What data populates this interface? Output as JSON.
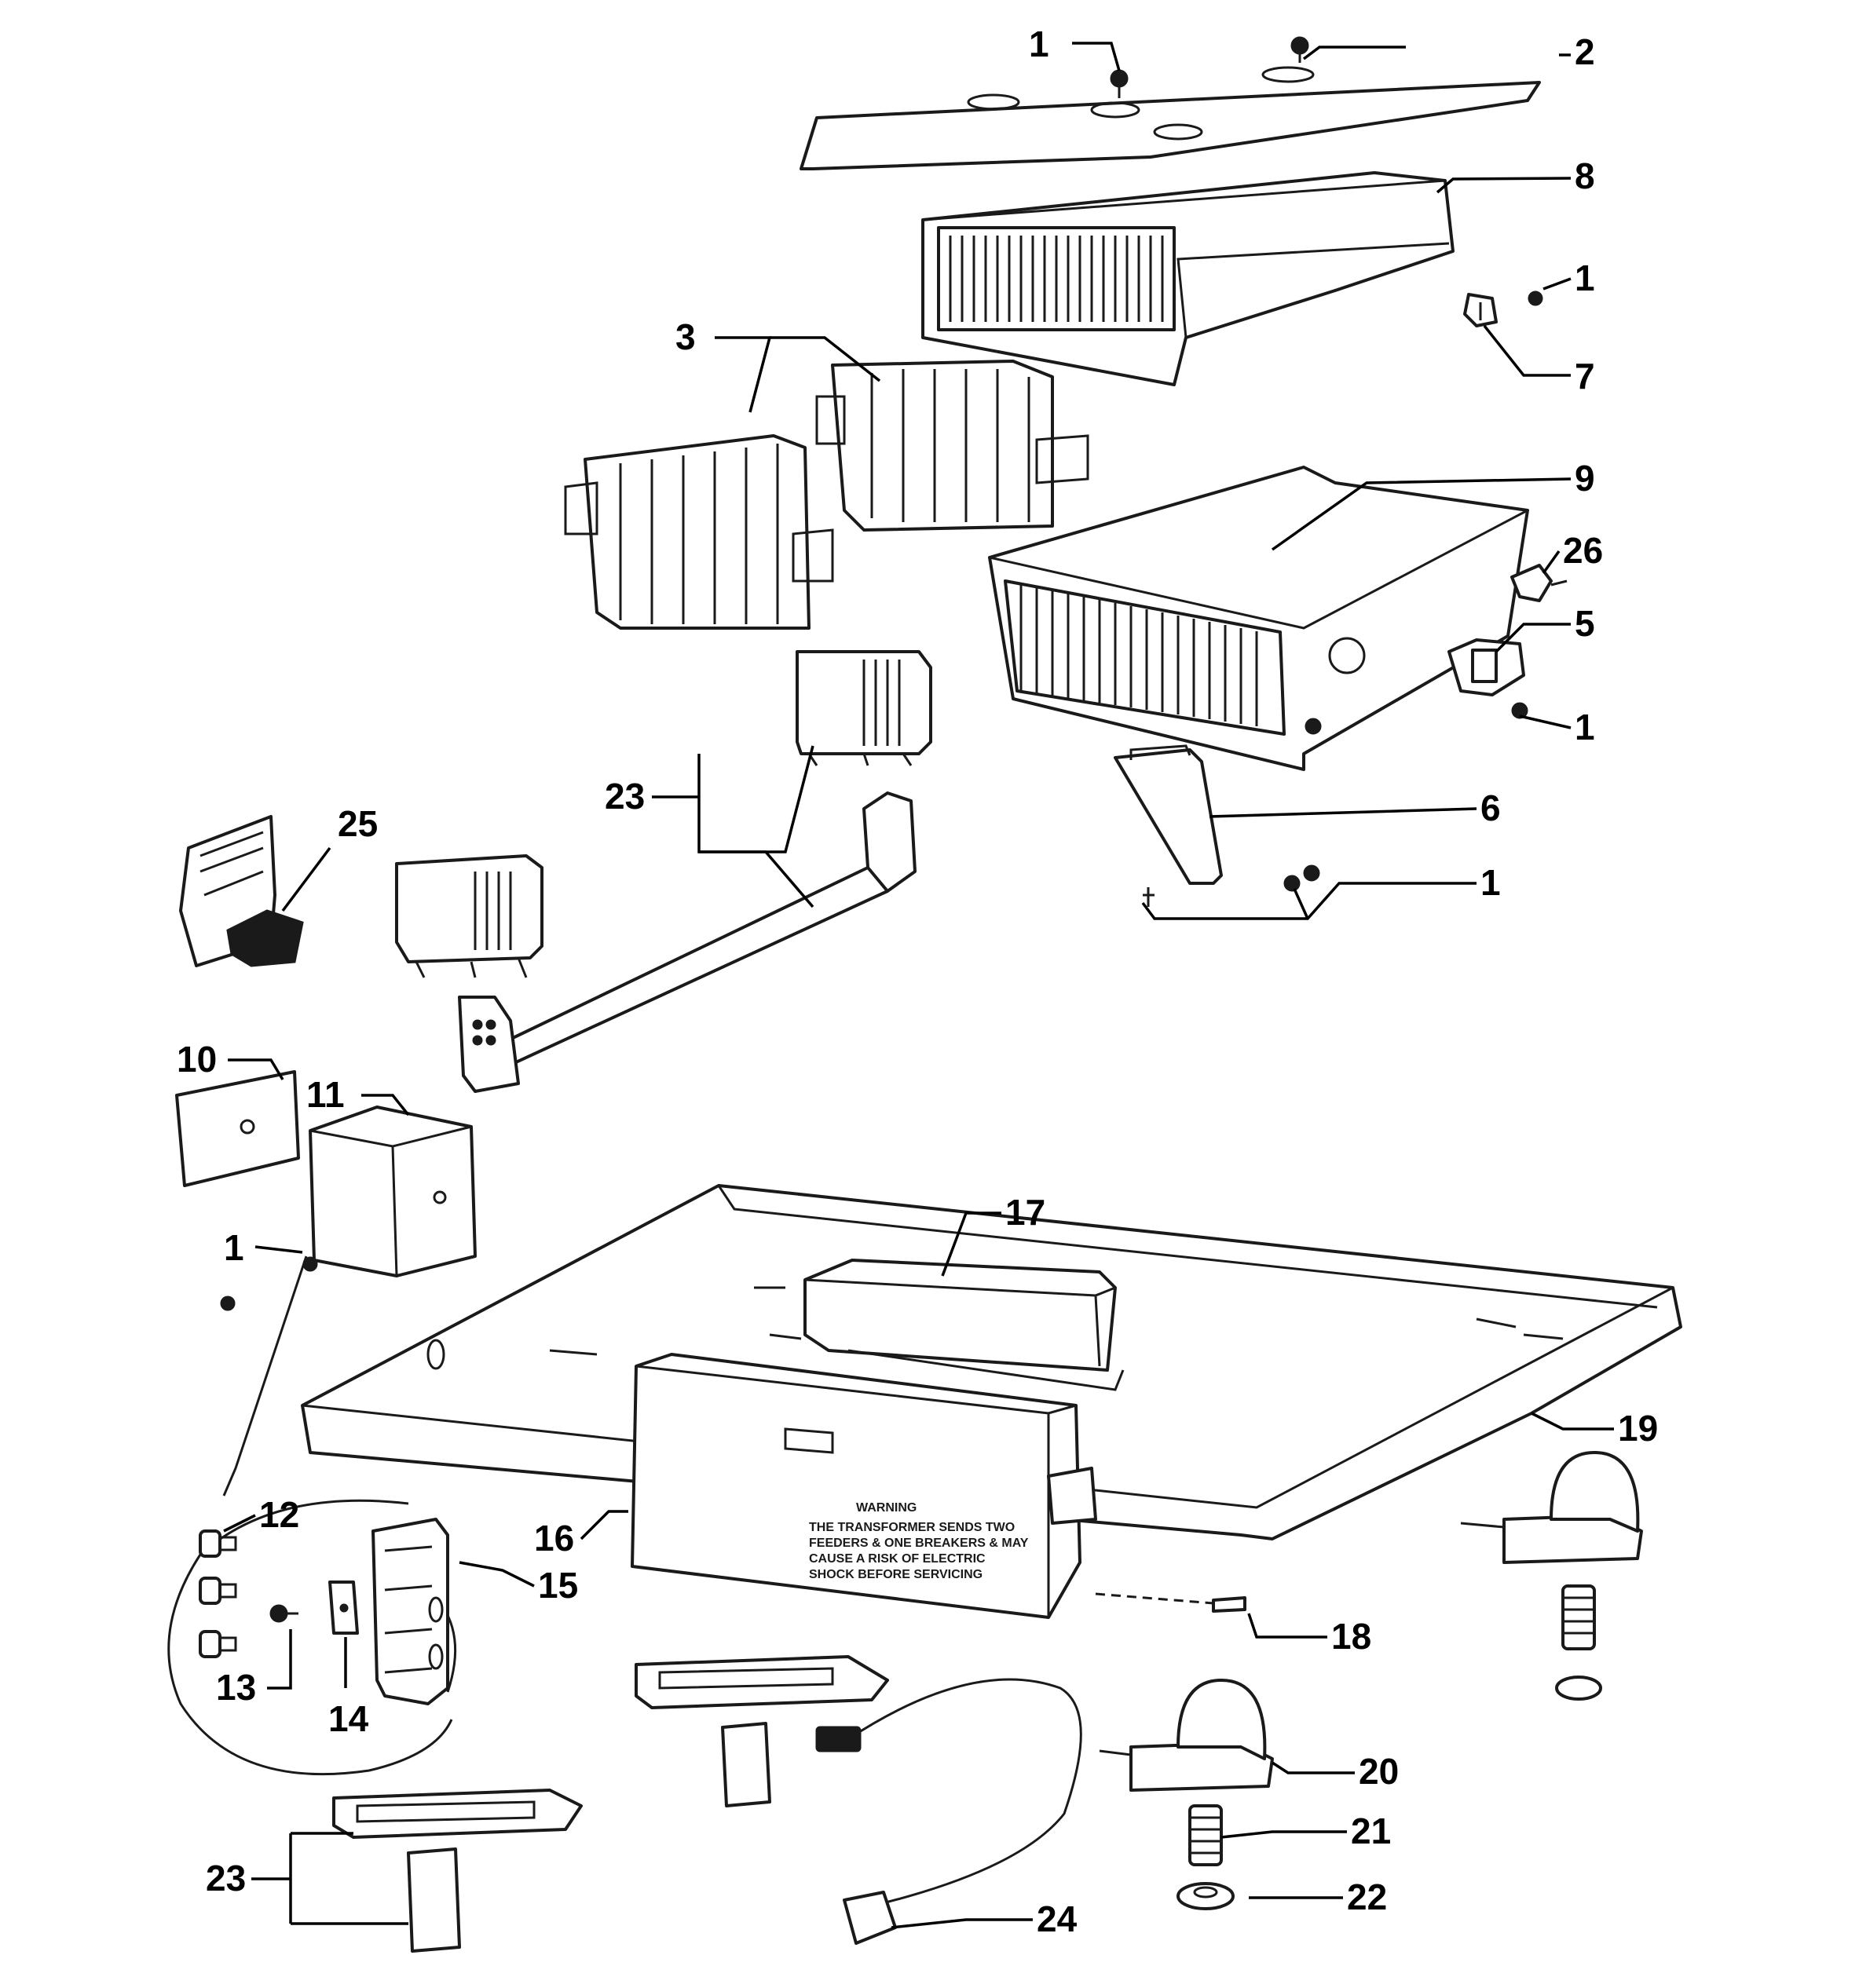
{
  "diagram": {
    "callouts": {
      "c1_top": "1",
      "c2": "2",
      "c8": "8",
      "c1_upper_right": "1",
      "c7": "7",
      "c3": "3",
      "c9": "9",
      "c26": "26",
      "c5": "5",
      "c1_mid_right": "1",
      "c6": "6",
      "c1_lower_right": "1",
      "c23_upper": "23",
      "c25": "25",
      "c10": "10",
      "c11": "11",
      "c1_left": "1",
      "c17": "17",
      "c19": "19",
      "c12": "12",
      "c13": "13",
      "c14": "14",
      "c15": "15",
      "c16": "16",
      "c18": "18",
      "c20": "20",
      "c21": "21",
      "c22": "22",
      "c23_lower": "23",
      "c24": "24"
    },
    "warning_label": {
      "heading": "WARNING",
      "line1": "THE TRANSFORMER SENDS TWO",
      "line2": "FEEDERS & ONE BREAKERS & MAY",
      "line3": "CAUSE A RISK OF ELECTRIC",
      "line4": "SHOCK BEFORE SERVICING"
    }
  }
}
